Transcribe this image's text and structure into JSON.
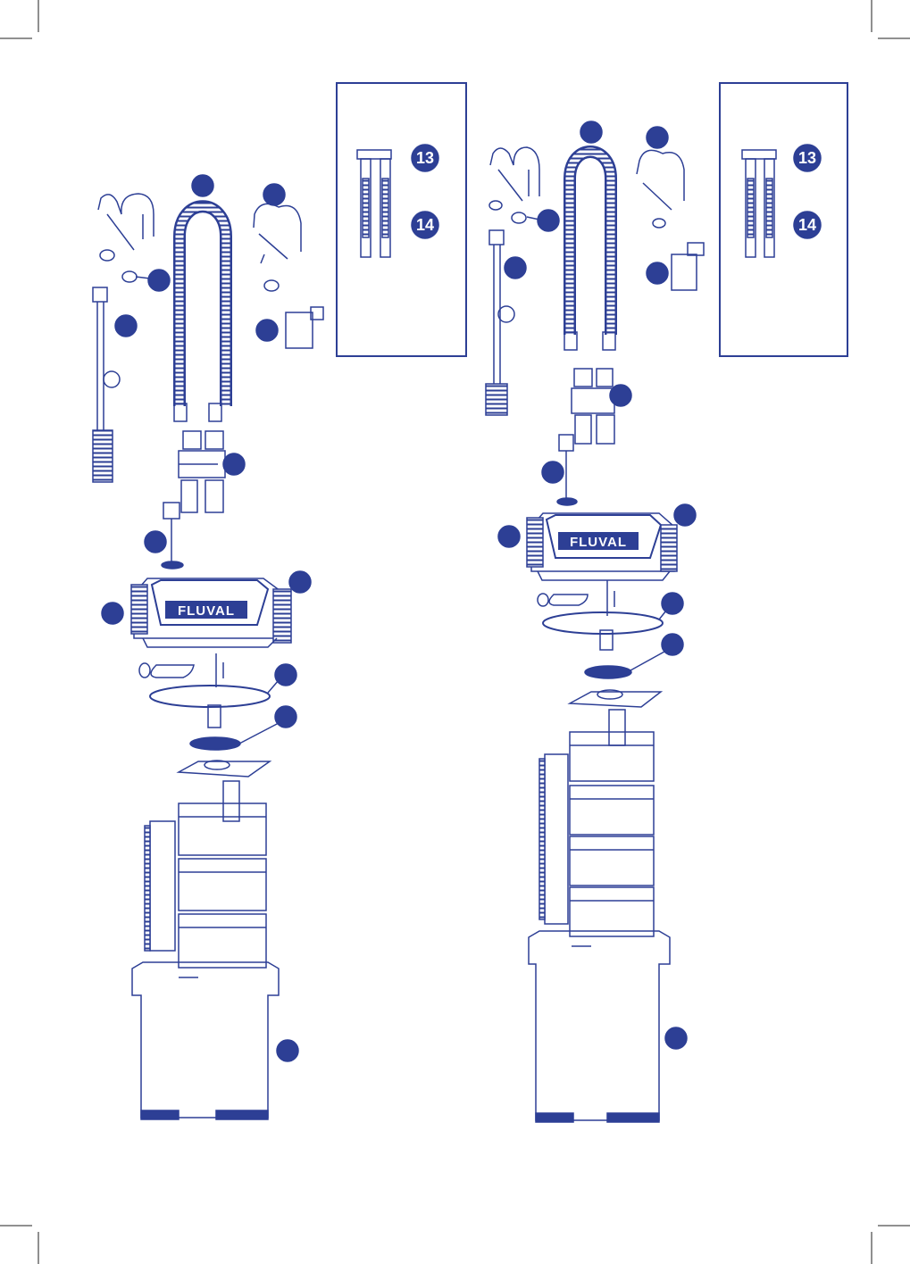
{
  "colors": {
    "ink": "#2d3f95",
    "accent": "#2d3f95",
    "paper": "#ffffff"
  },
  "left": {
    "inset_labels": {
      "a": "13",
      "b": "14"
    },
    "housing_logo": "FLUVAL"
  },
  "right": {
    "inset_labels": {
      "a": "13",
      "b": "14"
    },
    "housing_logo": "FLUVAL"
  }
}
